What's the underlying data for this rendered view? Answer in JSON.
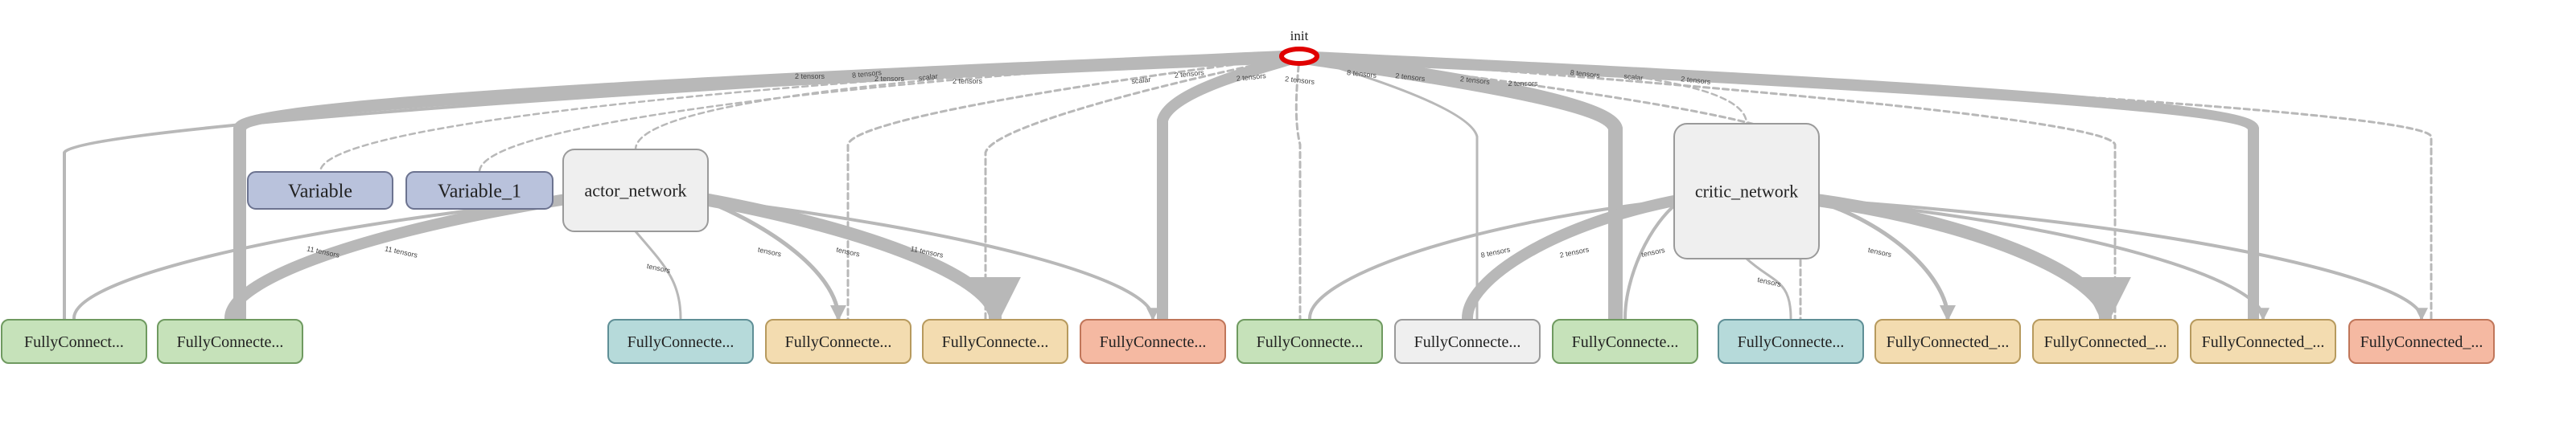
{
  "graph": {
    "init_node": {
      "label": "init",
      "name": "init",
      "stroke": "#e00000"
    },
    "group_nodes": [
      {
        "name": "variable",
        "label": "Variable",
        "fill": "#b9c2dc",
        "stroke": "#6c7390"
      },
      {
        "name": "variable_1",
        "label": "Variable_1",
        "fill": "#b9c2dc",
        "stroke": "#6c7390"
      },
      {
        "name": "actor_network",
        "label": "actor_network",
        "fill": "#efefef",
        "stroke": "#9a9a9a"
      },
      {
        "name": "critic_network",
        "label": "critic_network",
        "fill": "#efefef",
        "stroke": "#9a9a9a"
      }
    ],
    "bottom_nodes": [
      {
        "name": "fc-1",
        "label": "FullyConnect...",
        "fill": "#c6e2ba",
        "stroke": "#6f9a60"
      },
      {
        "name": "fc-2",
        "label": "FullyConnecte...",
        "fill": "#c6e2ba",
        "stroke": "#6f9a60"
      },
      {
        "name": "fc-3",
        "label": "FullyConnecte...",
        "fill": "#b6dada",
        "stroke": "#5f8f96"
      },
      {
        "name": "fc-4",
        "label": "FullyConnecte...",
        "fill": "#f3dcb0",
        "stroke": "#b79a5e"
      },
      {
        "name": "fc-5",
        "label": "FullyConnecte...",
        "fill": "#f3dcb0",
        "stroke": "#b79a5e"
      },
      {
        "name": "fc-6",
        "label": "FullyConnecte...",
        "fill": "#f5b9a2",
        "stroke": "#c0765a"
      },
      {
        "name": "fc-7",
        "label": "FullyConnecte...",
        "fill": "#c6e2ba",
        "stroke": "#6f9a60"
      },
      {
        "name": "fc-8",
        "label": "FullyConnecte...",
        "fill": "#efefef",
        "stroke": "#9a9a9a"
      },
      {
        "name": "fc-9",
        "label": "FullyConnecte...",
        "fill": "#c6e2ba",
        "stroke": "#6f9a60"
      },
      {
        "name": "fc-10",
        "label": "FullyConnecte...",
        "fill": "#b6dada",
        "stroke": "#5f8f96"
      },
      {
        "name": "fc-11",
        "label": "FullyConnected_...",
        "fill": "#f3dcb0",
        "stroke": "#b79a5e"
      },
      {
        "name": "fc-12",
        "label": "FullyConnected_...",
        "fill": "#f3dcb0",
        "stroke": "#b79a5e"
      },
      {
        "name": "fc-13",
        "label": "FullyConnected_...",
        "fill": "#f3dcb0",
        "stroke": "#b79a5e"
      },
      {
        "name": "fc-14",
        "label": "FullyConnected_...",
        "fill": "#f5b9a2",
        "stroke": "#c0765a"
      }
    ],
    "edge_labels": [
      "8 tensors",
      "scalar",
      "scalar",
      "2 tensors",
      "2 tensors",
      "2 tensors",
      "8 tensors",
      "2 tensors",
      "2 tensors",
      "8 tensors",
      "scalar",
      "2 tensors",
      "2 tensors",
      "2 tensors",
      "2 tensors",
      "2 tensors",
      "11 tensors",
      "11 tensors",
      "tensors",
      "tensors",
      "tensors",
      "11 tensors",
      "8 tensors",
      "2 tensors",
      "tensors",
      "tensors",
      "tensors"
    ]
  }
}
